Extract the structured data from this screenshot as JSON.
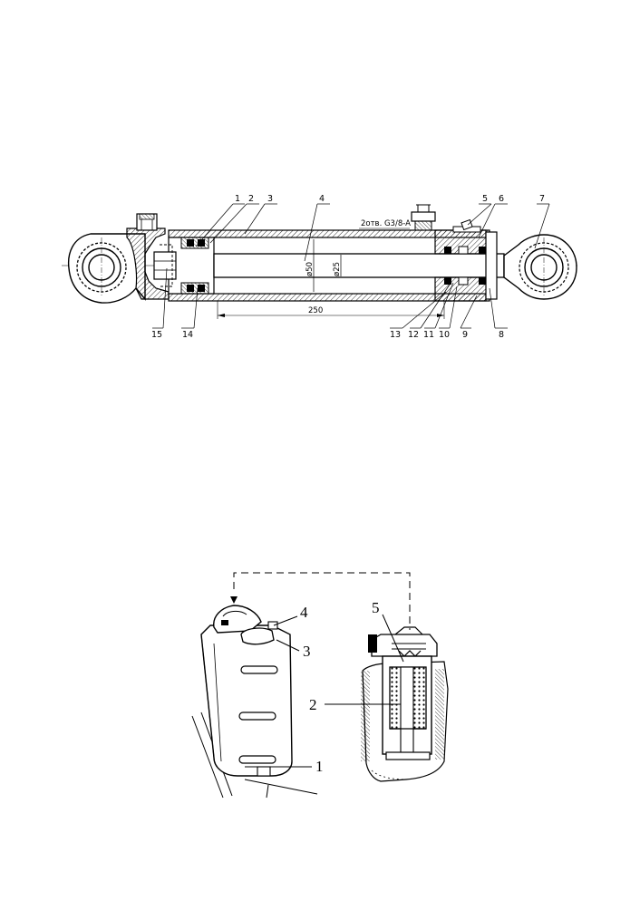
{
  "figure_top": {
    "callouts": [
      "1",
      "2",
      "3",
      "4",
      "5",
      "6",
      "7",
      "8",
      "9",
      "10",
      "11",
      "12",
      "13",
      "14",
      "15"
    ],
    "port_note": "2отв. G3/8-A",
    "dim_length": "250",
    "dim_bore": "ø50",
    "dim_rod": "ø25"
  },
  "figure_bottom": {
    "callouts": [
      "1",
      "2",
      "3",
      "4",
      "5"
    ]
  }
}
